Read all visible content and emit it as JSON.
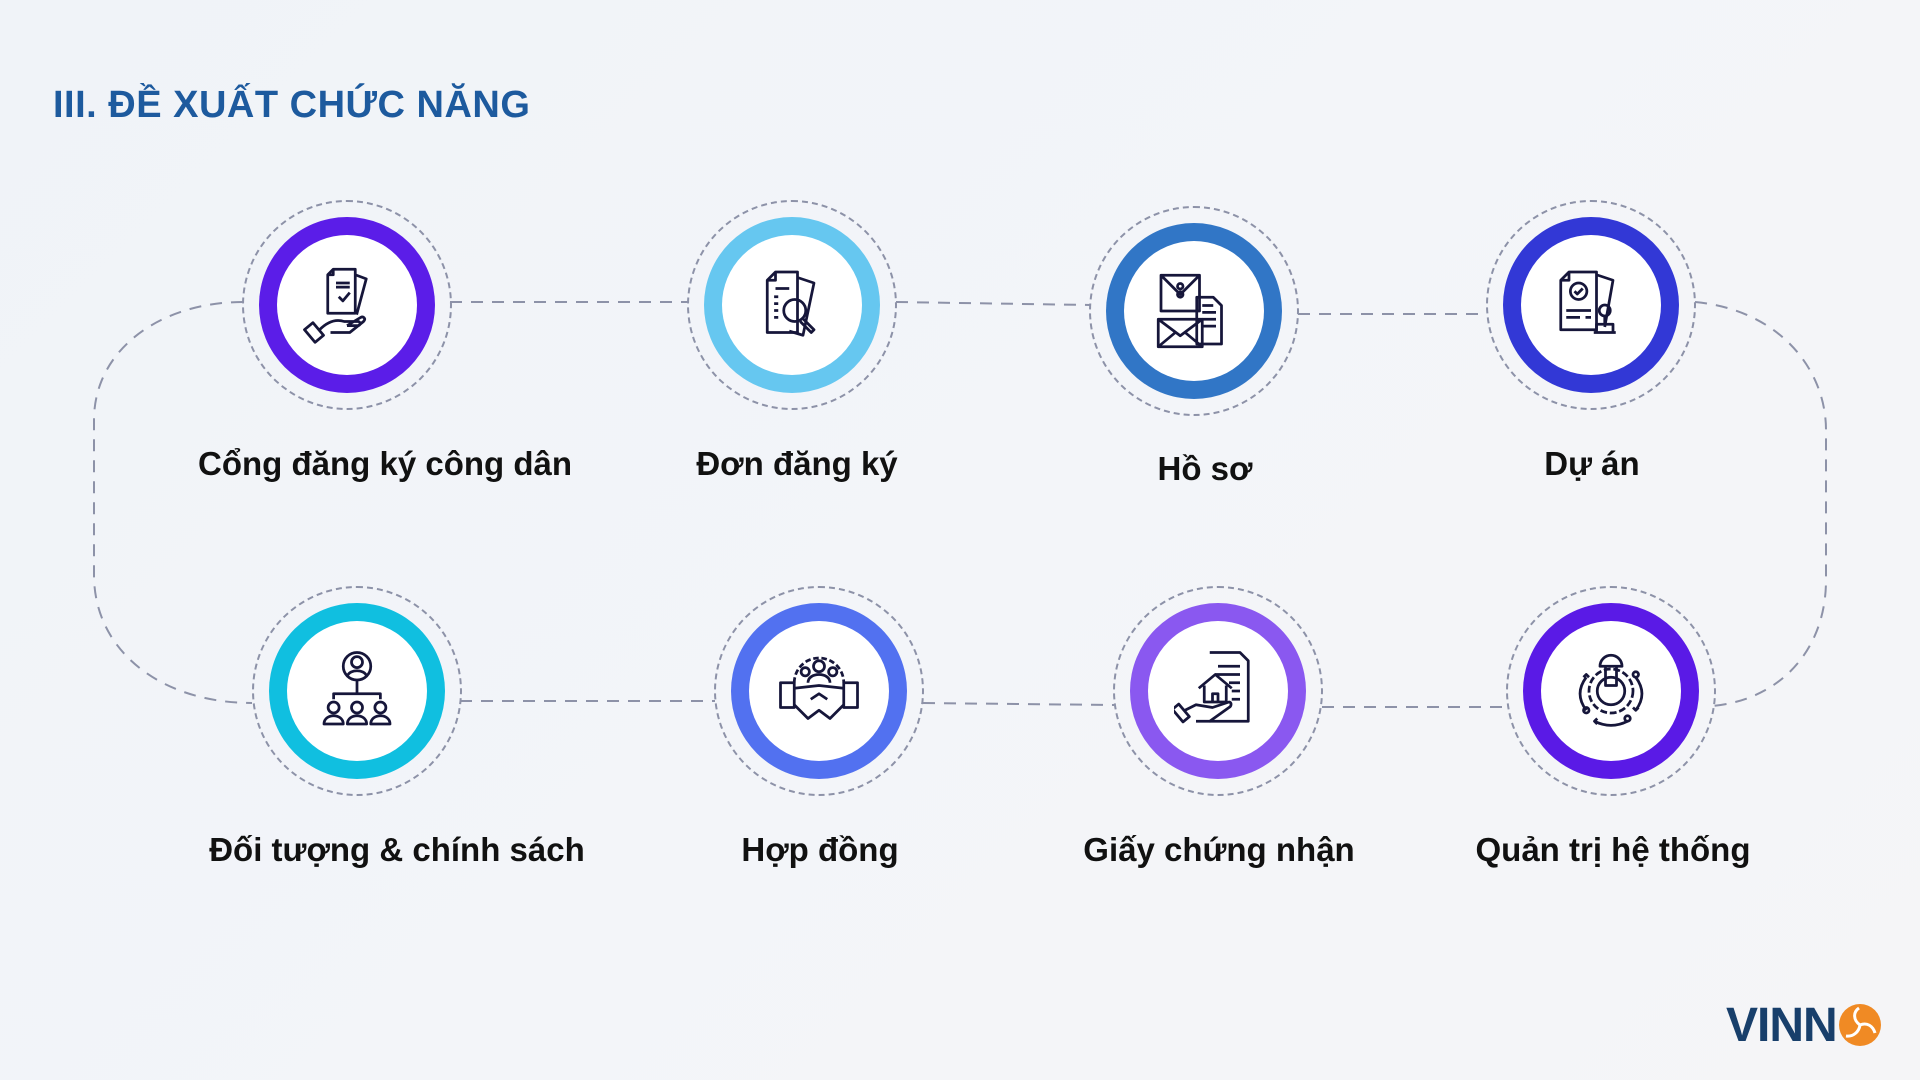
{
  "title": "III. ĐỀ XUẤT CHỨC NĂNG",
  "colors": {
    "title": "#1d5a9e",
    "connector": "#8d92a8",
    "logo_text": "#183f6b",
    "logo_mark": "#f08a24"
  },
  "nodes": [
    {
      "label": "Cổng đăng ký công dân",
      "icon": "hand-document-check-icon",
      "ring_color": "#5b1de8"
    },
    {
      "label": "Đơn đăng ký",
      "icon": "document-search-icon",
      "ring_color": "#66c7f0"
    },
    {
      "label": "Hồ sơ",
      "icon": "envelope-documents-icon",
      "ring_color": "#3176c6"
    },
    {
      "label": "Dự án",
      "icon": "document-stamp-icon",
      "ring_color": "#3238d6"
    },
    {
      "label": "Đối tượng & chính sách",
      "icon": "org-chart-people-icon",
      "ring_color": "#10bfe0"
    },
    {
      "label": "Hợp đồng",
      "icon": "handshake-team-icon",
      "ring_color": "#5271f0"
    },
    {
      "label": "Giấy chứng nhận",
      "icon": "house-certificate-icon",
      "ring_color": "#8a58f0"
    },
    {
      "label": "Quản trị hệ thống",
      "icon": "gear-lightbulb-icon",
      "ring_color": "#5a1ae6"
    }
  ],
  "logo": {
    "text": "VINN"
  }
}
